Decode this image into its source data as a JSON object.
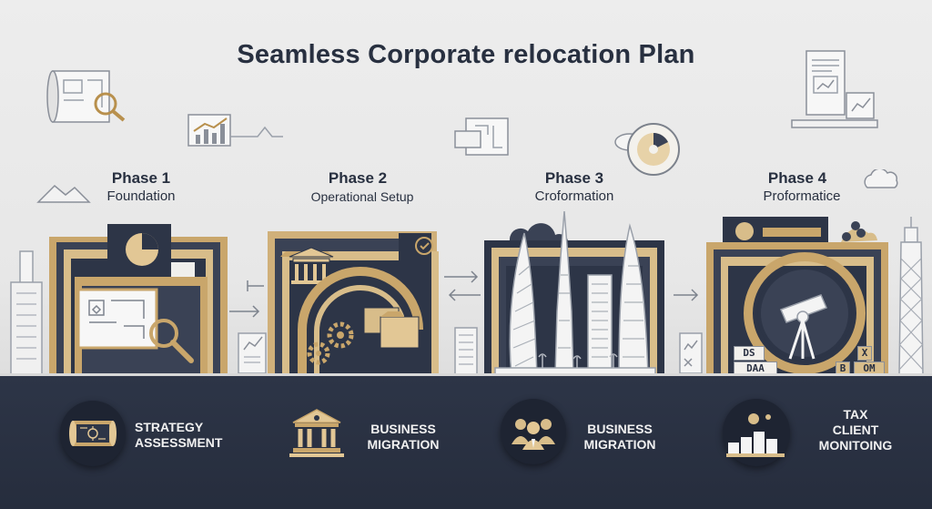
{
  "title": "Seamless Corporate relocation Plan",
  "phases": [
    {
      "title": "Phase 1",
      "subtitle": "Foundation"
    },
    {
      "title": "Phase 2",
      "subtitle": "Operational Setup"
    },
    {
      "title": "Phase 3",
      "subtitle": "Croformation"
    },
    {
      "title": "Phase 4",
      "subtitle": "Proformatice"
    }
  ],
  "steps": [
    {
      "line1": "STRATEGY",
      "line2": "ASSESSMENT",
      "line3": "",
      "icon": "blueprint-icon"
    },
    {
      "line1": "BUSINESS",
      "line2": "MIGRATION",
      "line3": "",
      "icon": "bank-icon"
    },
    {
      "line1": "BUSINESS",
      "line2": "MIGRATION",
      "line3": "",
      "icon": "team-icon"
    },
    {
      "line1": "TAX",
      "line2": "CLIENT",
      "line3": "MONITOING",
      "icon": "dashboard-icon"
    }
  ],
  "tiles_left": [
    "DS",
    "DAA"
  ],
  "tiles_right": [
    "X",
    "B",
    "OM"
  ],
  "colors": {
    "navy": "#2d3547",
    "gold": "#c9a66b",
    "cream": "#f2f0ec",
    "background": "#ebebeb"
  }
}
